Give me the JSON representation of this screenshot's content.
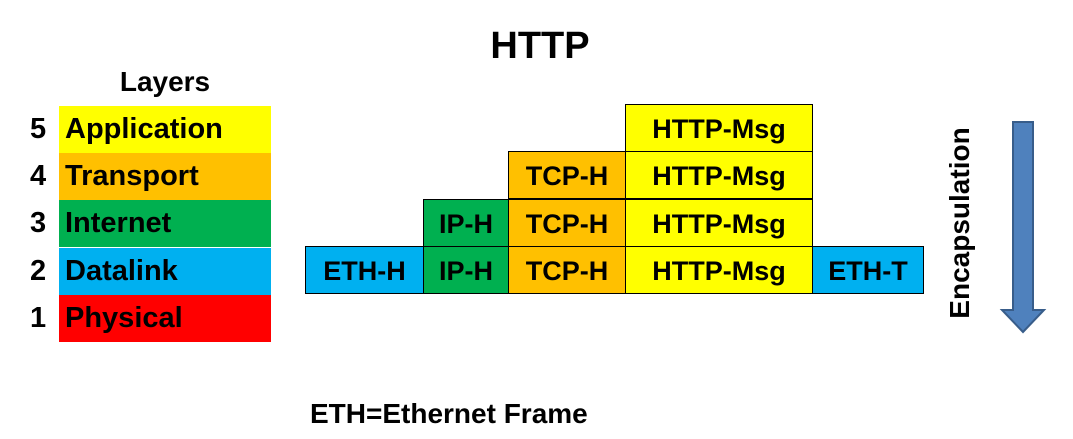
{
  "title": "HTTP",
  "layers_heading": "Layers",
  "layers": [
    {
      "number": "5",
      "name": "Application",
      "color": "#ffff00"
    },
    {
      "number": "4",
      "name": "Transport",
      "color": "#ffc000"
    },
    {
      "number": "3",
      "name": "Internet",
      "color": "#00b050"
    },
    {
      "number": "2",
      "name": "Datalink",
      "color": "#00b0f0"
    },
    {
      "number": "1",
      "name": "Physical",
      "color": "#ff0000"
    }
  ],
  "stack": {
    "row_application": [
      "HTTP-Msg"
    ],
    "row_transport": [
      "TCP-H",
      "HTTP-Msg"
    ],
    "row_internet": [
      "IP-H",
      "TCP-H",
      "HTTP-Msg"
    ],
    "row_datalink": [
      "ETH-H",
      "IP-H",
      "TCP-H",
      "HTTP-Msg",
      "ETH-T"
    ]
  },
  "encapsulation_label": "Encapsulation",
  "arrow_color": "#4f81bd",
  "footnote": "ETH=Ethernet Frame"
}
